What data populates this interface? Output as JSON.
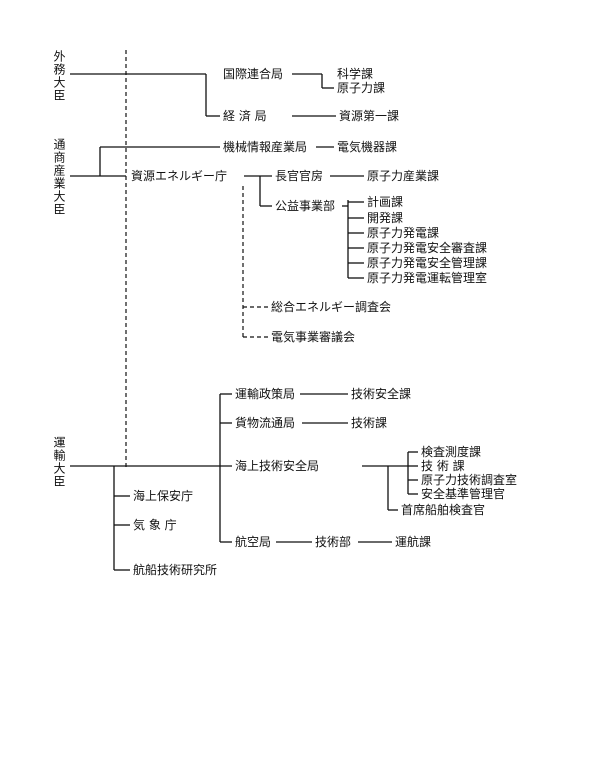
{
  "ministers": {
    "foreign": "外務大臣",
    "miti": "通商産業大臣",
    "transport": "運輸大臣"
  },
  "foreign": {
    "un_bureau": "国際連合局",
    "science": "科学課",
    "nuclear": "原子力課",
    "economic_bureau": "経 済 局",
    "resources_1": "資源第一課"
  },
  "miti": {
    "machinery_bureau": "機械情報産業局",
    "electric_equipment": "電気機器課",
    "anre": "資源エネルギー庁",
    "secretariat": "長官官房",
    "nuclear_industry": "原子力産業課",
    "public_utilities": "公益事業部",
    "pu_divisions": [
      "計画課",
      "開発課",
      "原子力発電課",
      "原子力発電安全審査課",
      "原子力発電安全管理課",
      "原子力発電運転管理室"
    ],
    "energy_council": "総合エネルギー調査会",
    "electric_council": "電気事業審議会"
  },
  "transport": {
    "policy_bureau": "運輸政策局",
    "policy_safety": "技術安全課",
    "freight_bureau": "貨物流通局",
    "freight_tech": "技術課",
    "maritime_bureau": "海上技術安全局",
    "maritime_divisions": [
      "検査測度課",
      "技 術 課",
      "原子力技術調査室",
      "安全基準管理官"
    ],
    "chief_inspector": "首席船舶検査官",
    "aviation_bureau": "航空局",
    "tech_dept": "技術部",
    "operations": "運航課",
    "coast_guard": "海上保安庁",
    "meteorological": "気 象 庁",
    "ship_research": "航船技術研究所"
  }
}
